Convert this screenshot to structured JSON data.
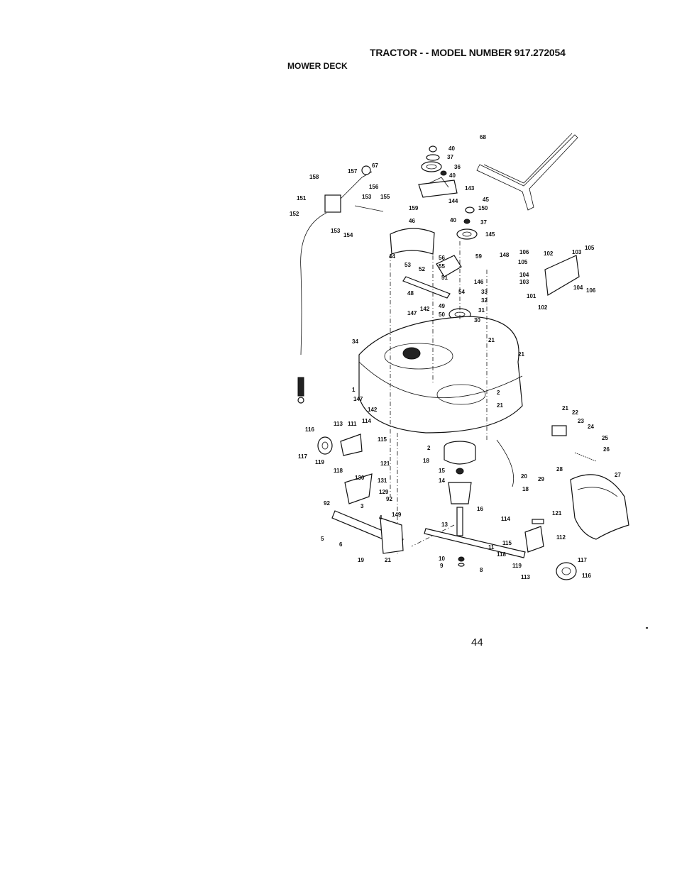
{
  "header": {
    "title": "TRACTOR - - MODEL NUMBER 917.272054",
    "subtitle": "MOWER DECK"
  },
  "page_number": "44",
  "diagram": {
    "part_labels": [
      "68",
      "40",
      "37",
      "36",
      "40",
      "143",
      "144",
      "45",
      "150",
      "159",
      "40",
      "37",
      "145",
      "157",
      "67",
      "158",
      "156",
      "153",
      "155",
      "151",
      "152",
      "153",
      "154",
      "46",
      "44",
      "56",
      "55",
      "59",
      "148",
      "53",
      "52",
      "51",
      "146",
      "48",
      "49",
      "54",
      "33",
      "32",
      "147",
      "142",
      "50",
      "31",
      "30",
      "21",
      "21",
      "34",
      "1",
      "147",
      "2",
      "21",
      "106",
      "102",
      "103",
      "105",
      "105",
      "104",
      "103",
      "104",
      "106",
      "101",
      "102",
      "142",
      "116",
      "113",
      "111",
      "114",
      "115",
      "117",
      "119",
      "121",
      "118",
      "130",
      "131",
      "129",
      "92",
      "92",
      "3",
      "5",
      "6",
      "4",
      "149",
      "19",
      "21",
      "2",
      "18",
      "15",
      "14",
      "16",
      "20",
      "18",
      "13",
      "10",
      "9",
      "8",
      "11",
      "21",
      "22",
      "23",
      "24",
      "25",
      "26",
      "28",
      "27",
      "29",
      "114",
      "121",
      "115",
      "112",
      "118",
      "119",
      "117",
      "113",
      "116"
    ]
  }
}
